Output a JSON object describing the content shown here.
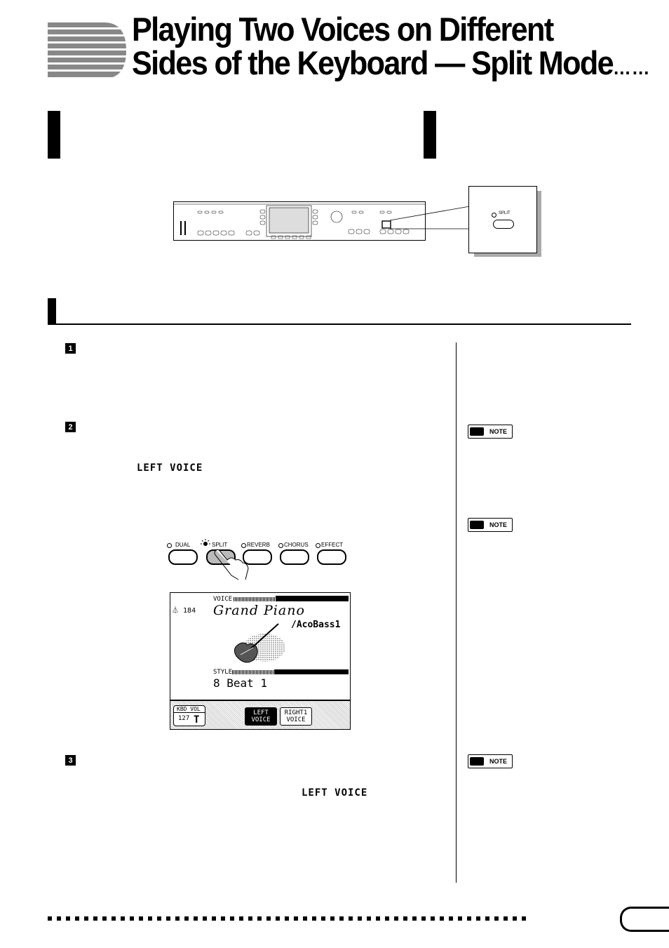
{
  "header": {
    "title_line1": "Playing Two Voices on Different",
    "title_line2": "Sides of the Keyboard — Split Mode",
    "title_dots": "……"
  },
  "panel_callout": {
    "split_label": "SPLIT"
  },
  "steps": [
    {
      "num": "1"
    },
    {
      "num": "2",
      "lcd_word": "LEFT VOICE"
    },
    {
      "num": "3",
      "lcd_word": "LEFT VOICE"
    }
  ],
  "buttons": [
    {
      "label": "DUAL"
    },
    {
      "label": "SPLIT"
    },
    {
      "label": "REVERB"
    },
    {
      "label": "CHORUS"
    },
    {
      "label": "EFFECT"
    }
  ],
  "lcd": {
    "voice_label": "VOICE",
    "tempo": "184",
    "voice_name": "Grand Piano",
    "split_voice": "/AcoBass1",
    "style_label": "STYLE",
    "style_name": "8 Beat 1",
    "kbd_vol_label": "KBD VOL",
    "kbd_vol_value": "127",
    "tab_left": "LEFT\nVOICE",
    "tab_right": "RIGHT1\nVOICE"
  },
  "notes": [
    {
      "label": "NOTE"
    },
    {
      "label": "NOTE"
    },
    {
      "label": "NOTE"
    }
  ]
}
